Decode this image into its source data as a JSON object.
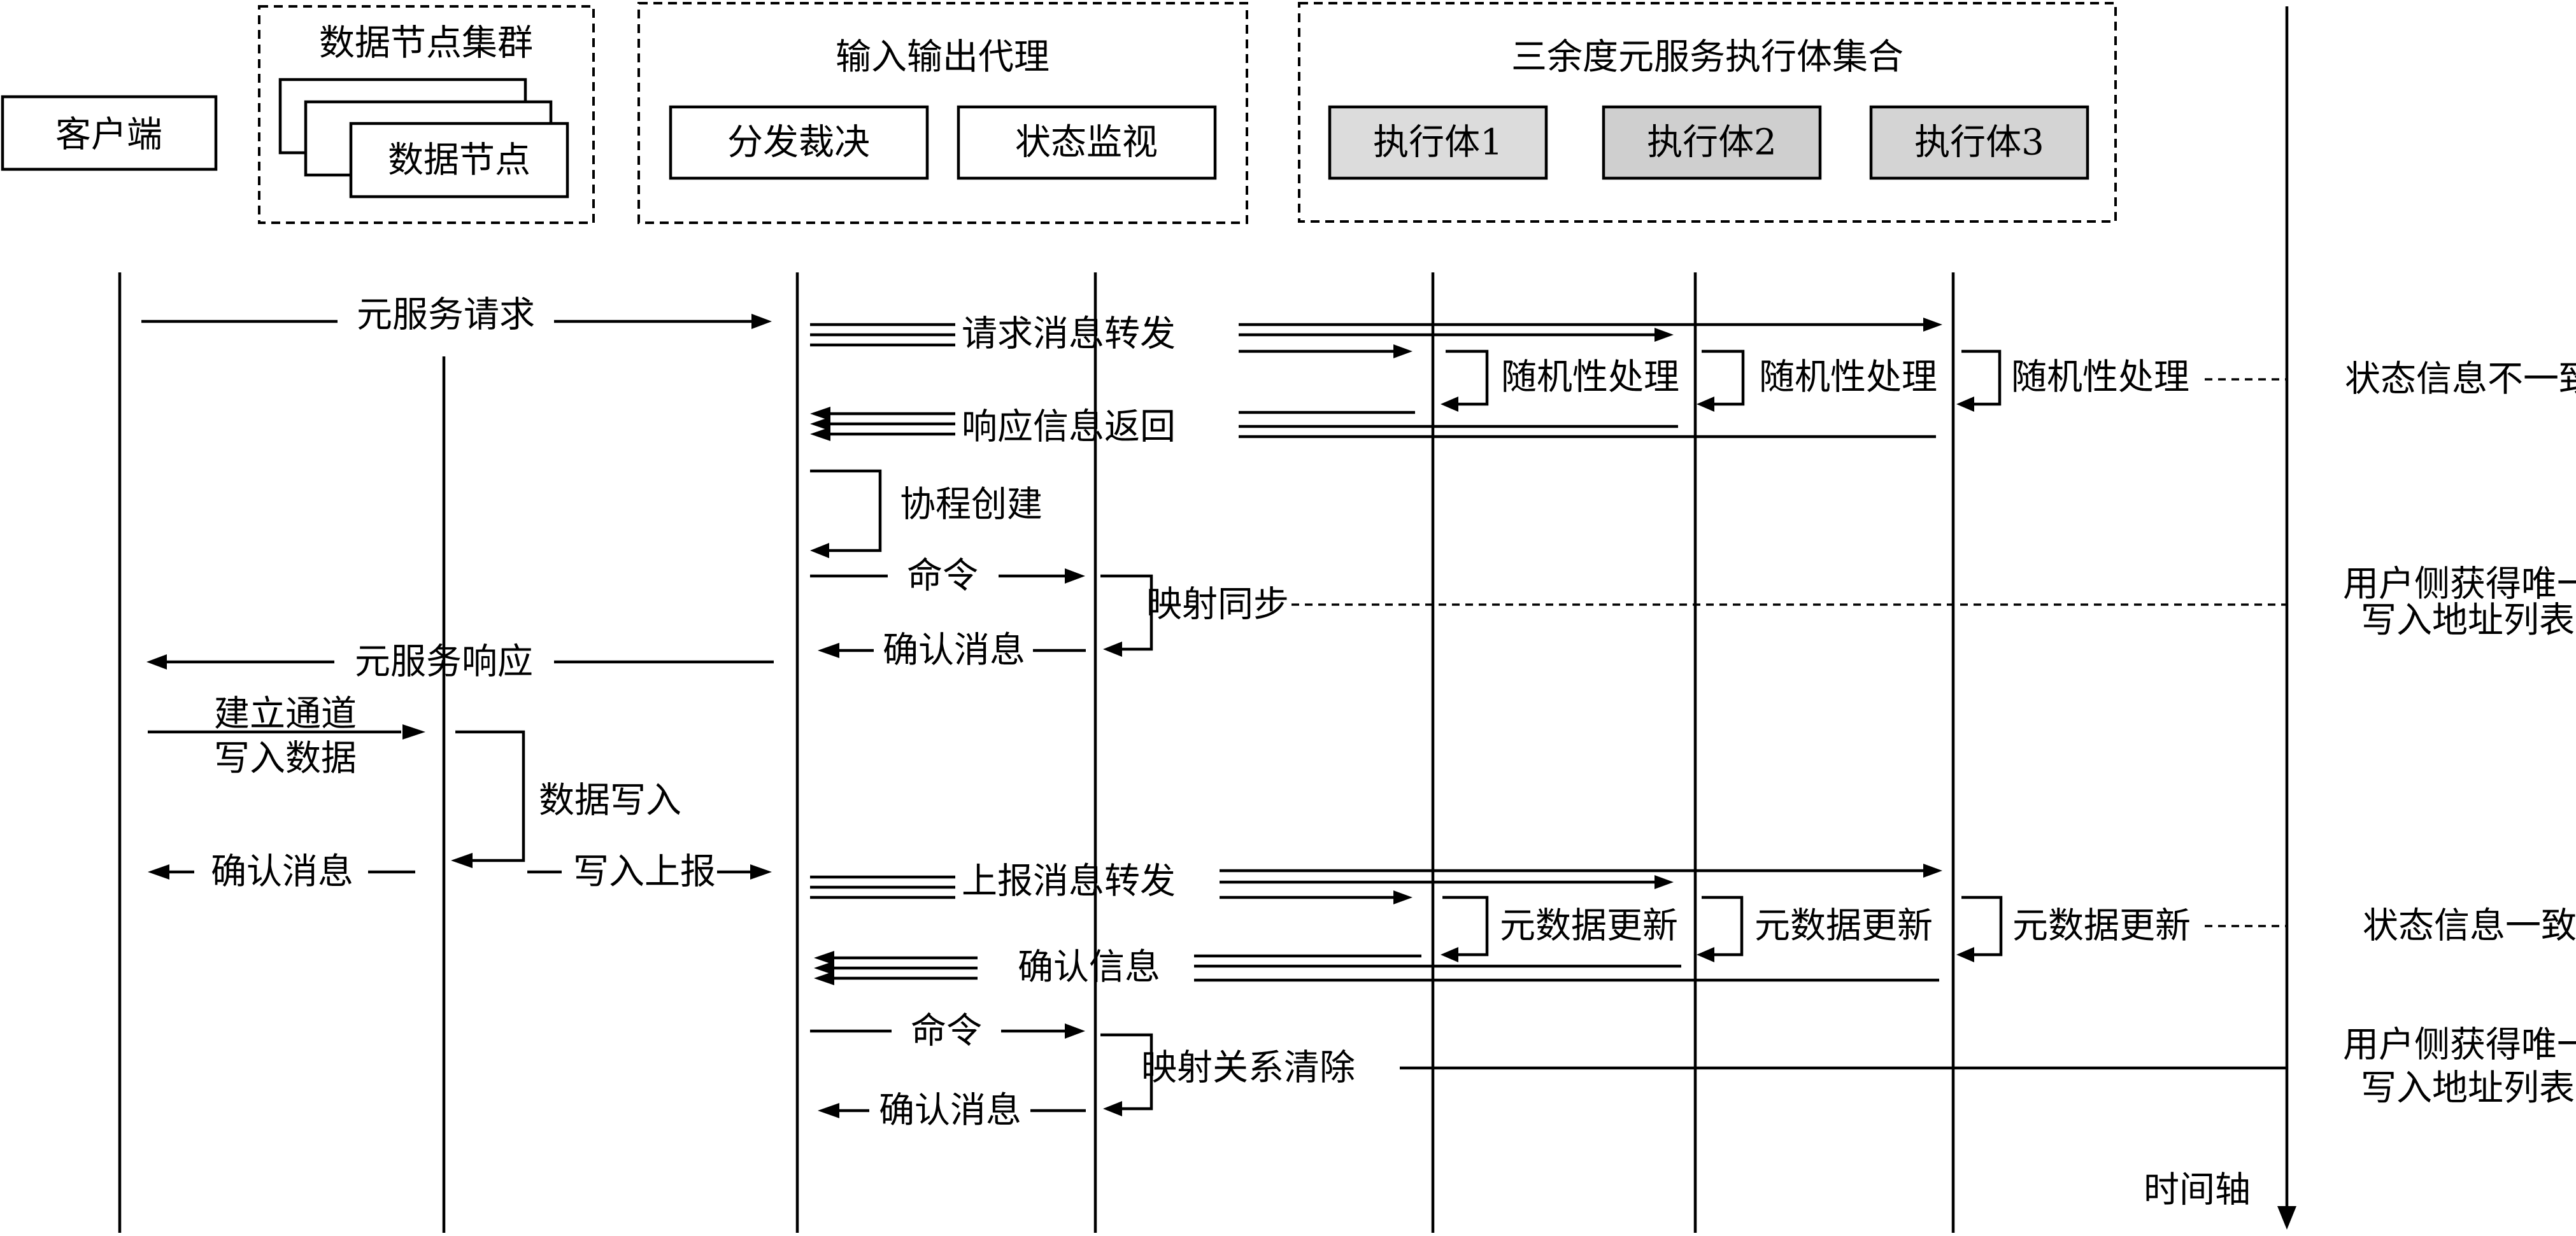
{
  "participants": {
    "client": "客户端",
    "data_cluster_title": "数据节点集群",
    "data_node": "数据节点",
    "io_proxy_title": "输入输出代理",
    "dispatch_vote": "分发裁决",
    "state_monitor": "状态监视",
    "executor_set_title": "三余度元服务执行体集合",
    "executor_1": "执行体1",
    "executor_2": "执行体2",
    "executor_3": "执行体3"
  },
  "messages": {
    "meta_service_request": "元服务请求",
    "request_forward": "请求消息转发",
    "random_processing": "随机性处理",
    "response_return": "响应信息返回",
    "coroutine_create": "协程创建",
    "command": "命令",
    "mapping_sync": "映射同步",
    "confirm_message": "确认消息",
    "meta_service_response": "元服务响应",
    "establish_channel": "建立通道",
    "write_data": "写入数据",
    "data_write": "数据写入",
    "write_report": "写入上报",
    "report_forward": "上报消息转发",
    "metadata_update": "元数据更新",
    "confirm_info": "确认信息",
    "mapping_clear": "映射关系清除"
  },
  "annotations": {
    "state_inconsistent": "状态信息不一致",
    "state_consistent": "状态信息一致",
    "user_unique_list_line1": "用户侧获得唯一",
    "user_unique_list_line2": "写入地址列表",
    "timeline": "时间轴"
  },
  "colors": {
    "executor_1_fill": "#dcdcdc",
    "executor_2_fill": "#cfcfcf",
    "executor_3_fill": "#d4d4d4"
  }
}
